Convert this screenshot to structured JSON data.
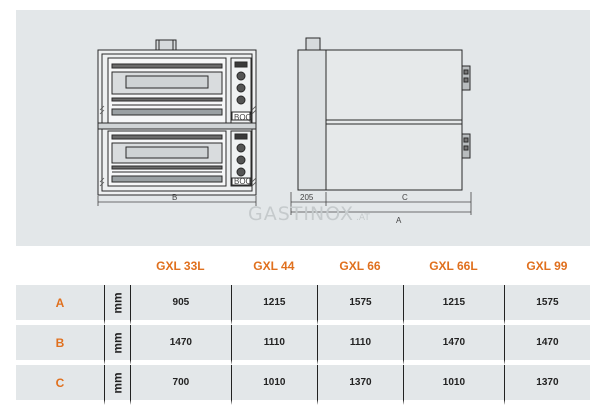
{
  "drawing": {
    "dim_b": "B",
    "dim_205": "205",
    "dim_c": "C",
    "dim_a": "A",
    "brand_badge": "BOQ",
    "watermark_main": "GASTINOX",
    "watermark_suffix": ".AT"
  },
  "table": {
    "models": [
      "GXL 33L",
      "GXL 44",
      "GXL 66",
      "GXL 66L",
      "GXL 99"
    ],
    "rows": [
      {
        "label": "A",
        "unit": "mm",
        "values": [
          "905",
          "1215",
          "1575",
          "1215",
          "1575"
        ]
      },
      {
        "label": "B",
        "unit": "mm",
        "values": [
          "1470",
          "1110",
          "1110",
          "1470",
          "1470"
        ]
      },
      {
        "label": "C",
        "unit": "mm",
        "values": [
          "700",
          "1010",
          "1370",
          "1010",
          "1370"
        ]
      }
    ]
  },
  "colors": {
    "accent_orange": "#e0701e",
    "panel_grey": "#e3e7e9"
  }
}
